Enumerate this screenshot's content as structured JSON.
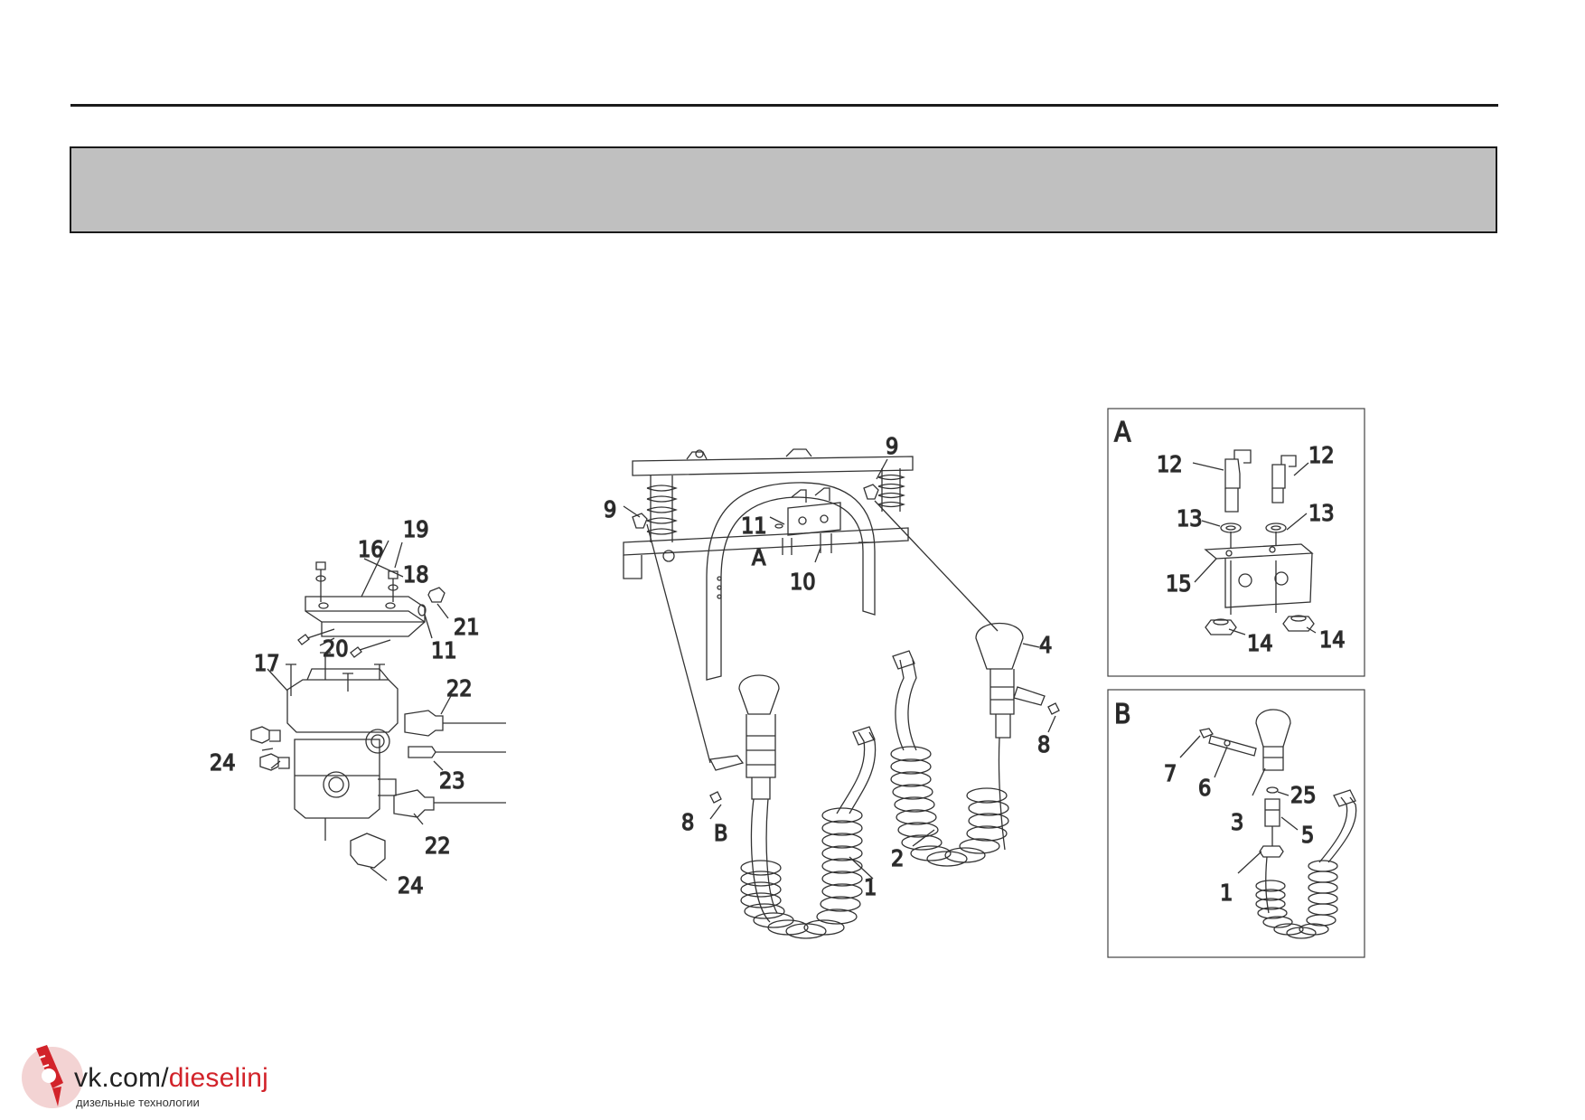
{
  "callouts": {
    "valve_assembly": [
      "16",
      "19",
      "18",
      "21",
      "11",
      "20",
      "17",
      "22",
      "23",
      "22",
      "24",
      "24"
    ],
    "frame_assembly": [
      "9",
      "9",
      "11",
      "A",
      "10",
      "4",
      "8",
      "8",
      "B",
      "1",
      "2"
    ],
    "detail_a": [
      "A",
      "12",
      "12",
      "13",
      "13",
      "15",
      "14",
      "14"
    ],
    "detail_b": [
      "B",
      "7",
      "6",
      "3",
      "25",
      "5",
      "1"
    ]
  },
  "logo": {
    "domain": "vk.com/",
    "accent": "dieselinj",
    "tagline": "дизельные технологии"
  }
}
